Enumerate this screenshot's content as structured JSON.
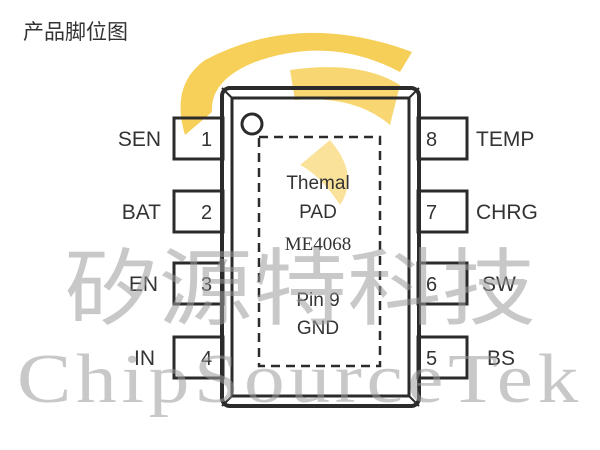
{
  "heading": "产品脚位图",
  "left_pins": [
    {
      "num": "1",
      "label": "SEN"
    },
    {
      "num": "2",
      "label": "BAT"
    },
    {
      "num": "3",
      "label": "EN"
    },
    {
      "num": "4",
      "label": "IN"
    }
  ],
  "right_pins": [
    {
      "num": "8",
      "label": "TEMP"
    },
    {
      "num": "7",
      "label": "CHRG"
    },
    {
      "num": "6",
      "label": "SW"
    },
    {
      "num": "5",
      "label": "BS"
    }
  ],
  "pad": {
    "line1": "Themal",
    "line2": "PAD",
    "line3": "Pin 9",
    "line4": "GND"
  },
  "part_number": "ME4068",
  "watermark": {
    "cn": "矽源特科技",
    "en": "ChipSourceTek",
    "logo_color": "#f5c430"
  }
}
